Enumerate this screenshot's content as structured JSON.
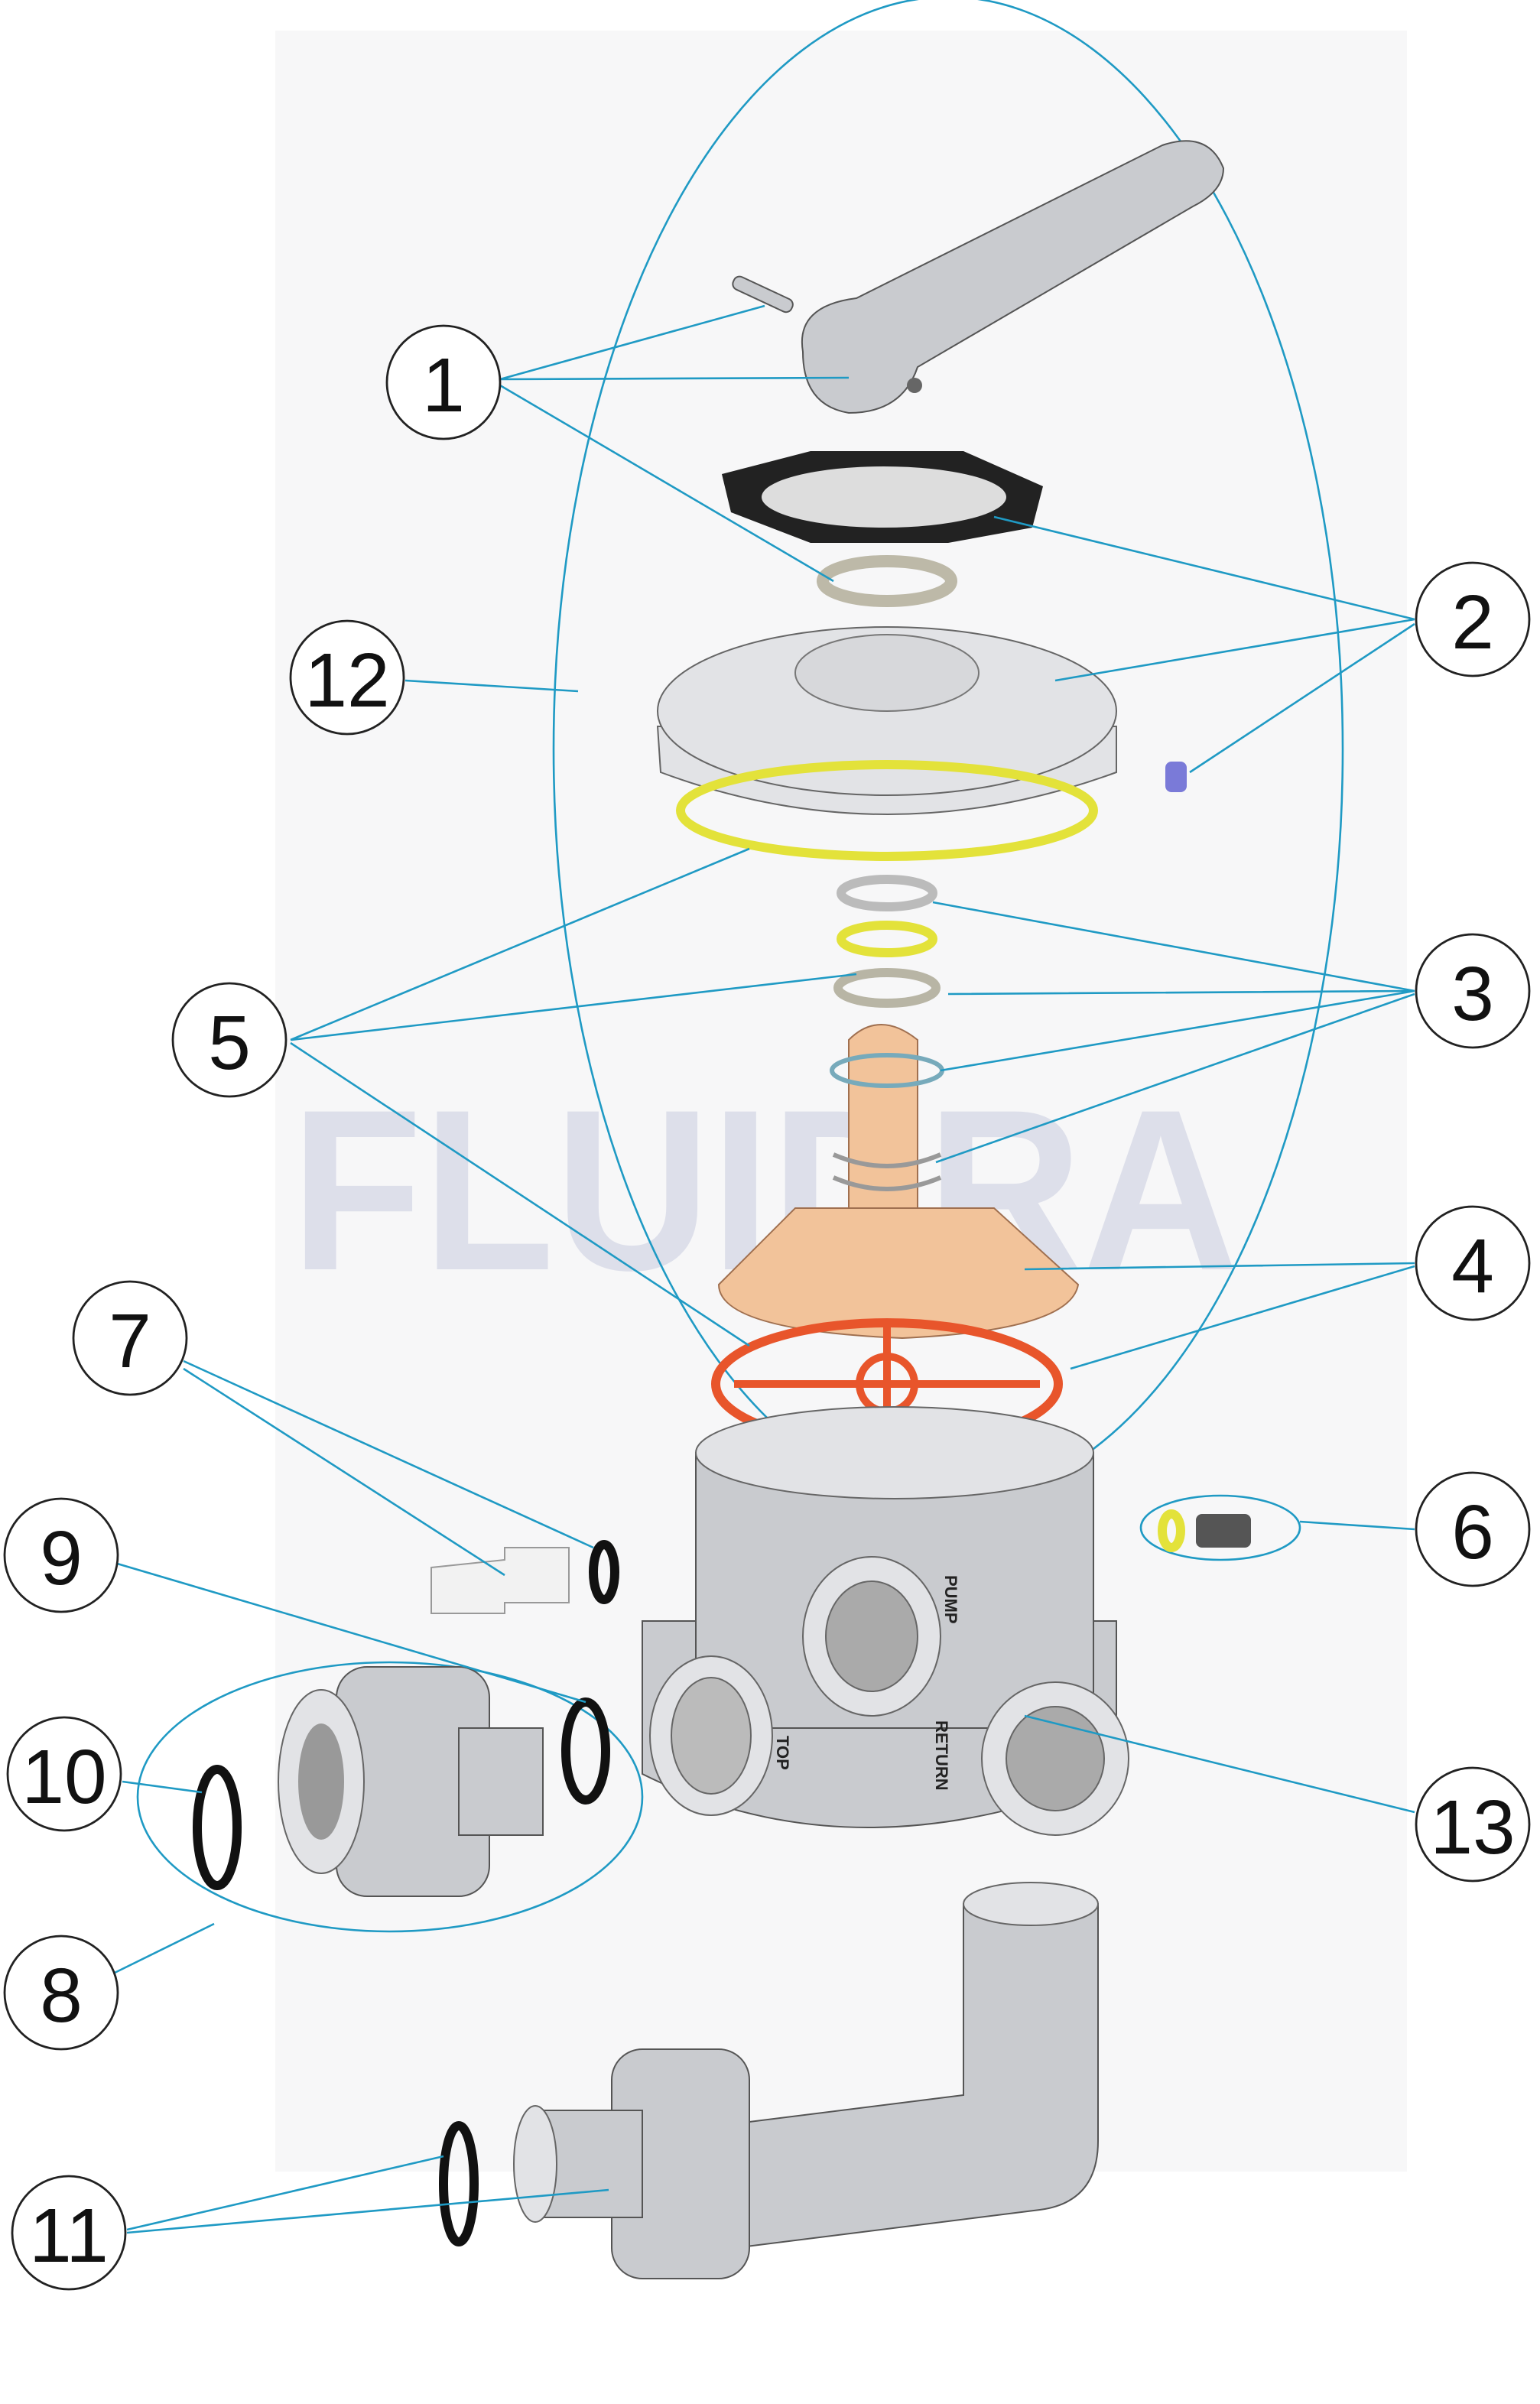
{
  "diagram": {
    "watermark": "FLUIDRA",
    "callouts": [
      {
        "id": "1",
        "label": "1"
      },
      {
        "id": "2",
        "label": "2"
      },
      {
        "id": "3",
        "label": "3"
      },
      {
        "id": "4",
        "label": "4"
      },
      {
        "id": "5",
        "label": "5"
      },
      {
        "id": "6",
        "label": "6"
      },
      {
        "id": "7",
        "label": "7"
      },
      {
        "id": "8",
        "label": "8"
      },
      {
        "id": "9",
        "label": "9"
      },
      {
        "id": "10",
        "label": "10"
      },
      {
        "id": "11",
        "label": "11"
      },
      {
        "id": "12",
        "label": "12"
      },
      {
        "id": "13",
        "label": "13"
      }
    ],
    "body_labels": {
      "pump": "PUMP",
      "top": "TOP",
      "return": "RETURN"
    },
    "colors": {
      "leader": "#1f9ac4",
      "gasket_yellow": "#e3e23a",
      "gasket_orange": "#e8552b",
      "diffuser": "#f2c39a",
      "o_ring": "#111111",
      "plug": "#7a7ad8"
    }
  }
}
